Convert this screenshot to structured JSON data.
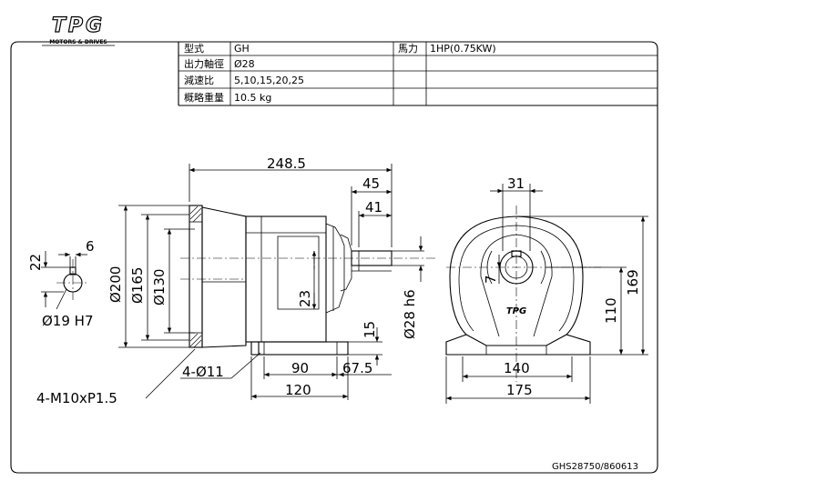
{
  "logo": {
    "letters": "TPG",
    "tagline": "MOTORS & DRIVES"
  },
  "spec_table": {
    "rows": [
      {
        "label": "型式",
        "value": "GH"
      },
      {
        "label": "出力軸徑",
        "value": "Ø28"
      },
      {
        "label": "減速比",
        "value": "5,10,15,20,25"
      },
      {
        "label": "概略重量",
        "value": "10.5 kg"
      }
    ],
    "power_label": "馬力",
    "power_value": "1HP(0.75KW)"
  },
  "dimensions": {
    "overall_length": "248.5",
    "shaft_length_45": "45",
    "shaft_length_41": "41",
    "keyway_width": "31",
    "flange_dia_200": "Ø200",
    "pcd_165": "Ø165",
    "spigot_130": "Ø130",
    "shaft_dia": "Ø28 h6",
    "shaft_offset_23": "23",
    "base_height_15": "15",
    "foot_90": "90",
    "foot_67_5": "67.5",
    "foot_120": "120",
    "holes_4_d11": "4-Ø11",
    "flange_thread": "4-M10xP1.5",
    "bore_22": "22",
    "bore_6": "6",
    "bore_dia": "Ø19 H7",
    "height_169": "169",
    "center_110": "110",
    "foot_140": "140",
    "foot_175": "175",
    "key_7": "7"
  },
  "drawing_number": "GHS28750/860613"
}
